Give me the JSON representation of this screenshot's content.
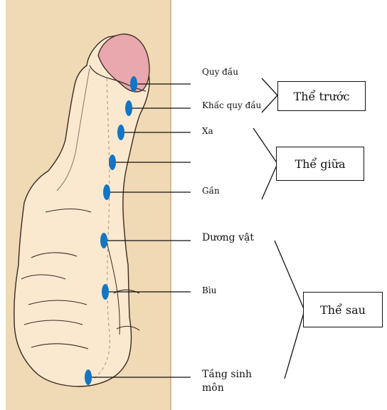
{
  "labels": {
    "quy_dau": "Quy đầu",
    "khac_quy_dau": "Khấc quy đầu",
    "xa": "Xa",
    "gan": "Gần",
    "duong_vat": "Dương vật",
    "biu": "Bìu",
    "tang_sinh_mon_1": "Tầng sinh",
    "tang_sinh_mon_2": "môn"
  },
  "boxes": {
    "the_truoc": "Thể trước",
    "the_giua": "Thể giữa",
    "the_sau": "Thể sau"
  },
  "colors": {
    "panel": "#f0d9b5",
    "skin": "#fae9cf",
    "glans": "#e9a8ad",
    "marker": "#1276c4"
  }
}
